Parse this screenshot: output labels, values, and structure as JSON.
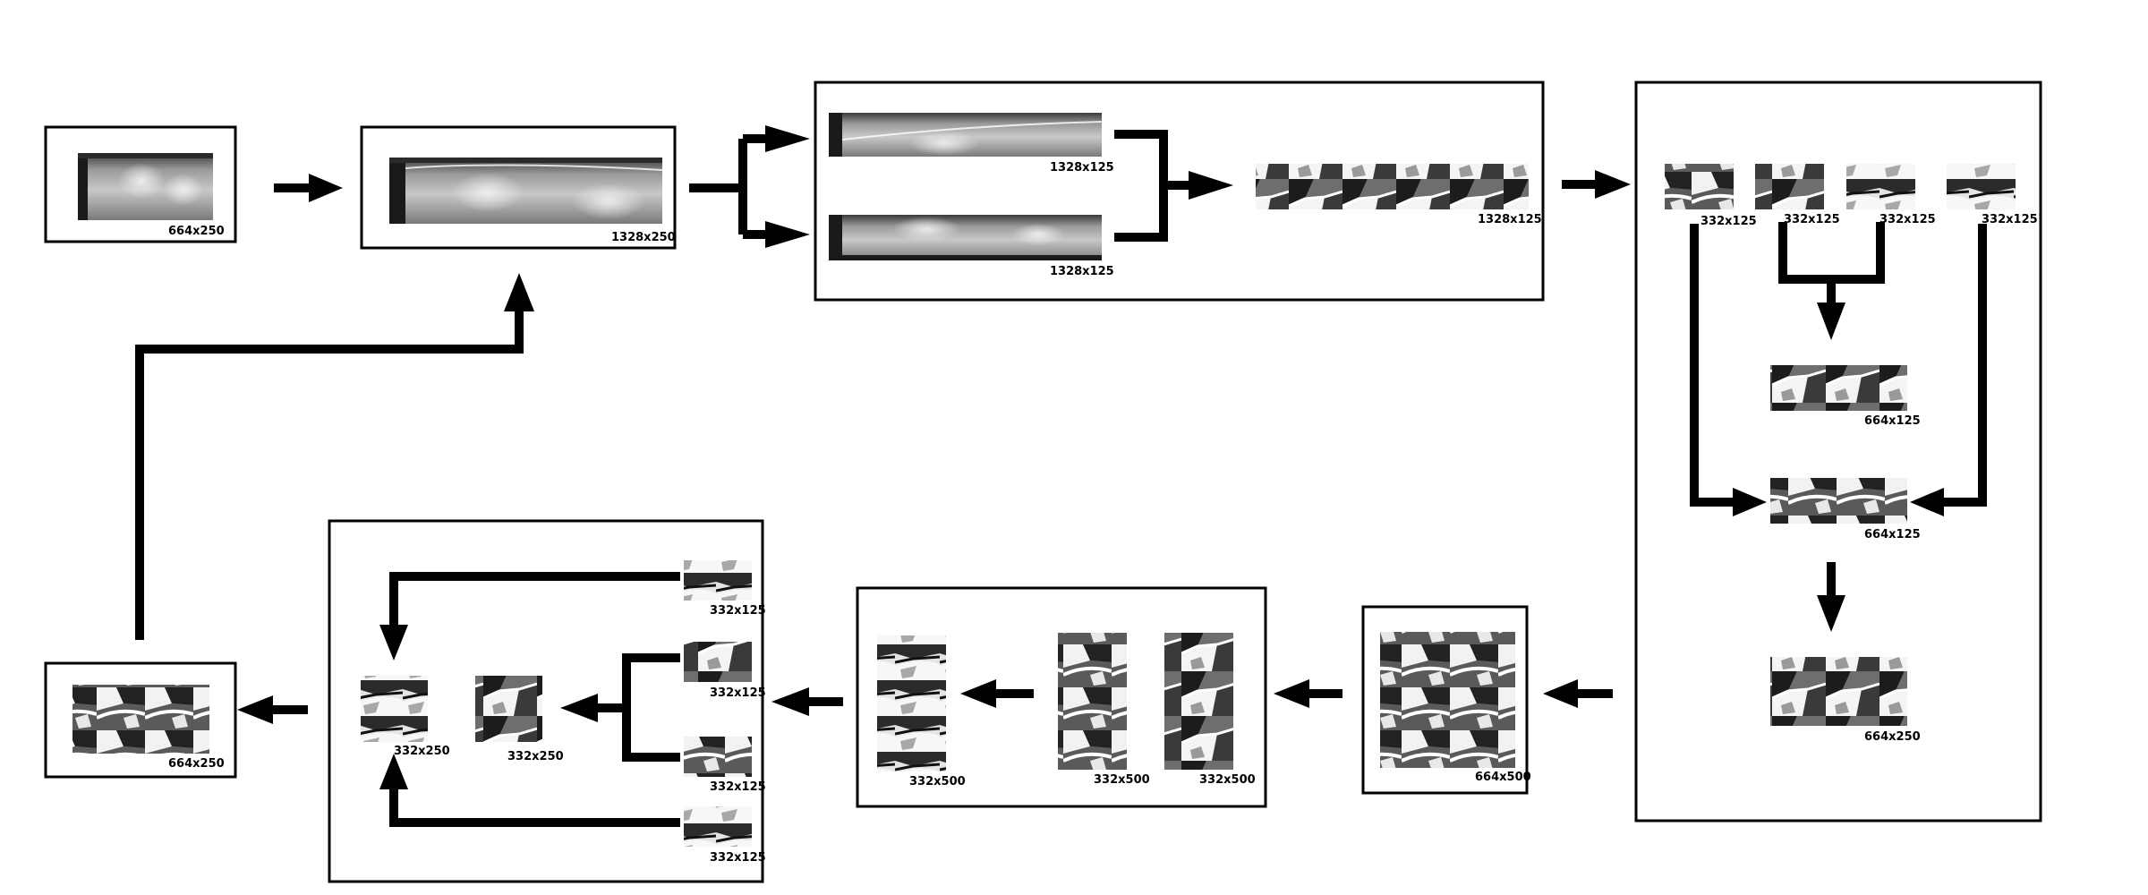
{
  "labels": {
    "input_size": "664x250",
    "upscaled_size": "1328x250",
    "strip_top_size": "1328x125",
    "strip_bottom_size": "1328x125",
    "segmented_size": "1328x125",
    "quarter_1_size": "332x125",
    "quarter_2_size": "332x125",
    "quarter_3_size": "332x125",
    "quarter_4_size": "332x125",
    "merged_middle_size": "664x125",
    "merged_outer_size": "664x125",
    "stacked_size": "664x250",
    "square_size": "664x500",
    "square_left_size": "332x500",
    "square_right_size": "332x500",
    "shuffled_size": "332x500",
    "piece_1_size": "332x125",
    "piece_2_size": "332x125",
    "piece_3_size": "332x125",
    "piece_4_size": "332x125",
    "combined_left_size": "332x250",
    "combined_right_size": "332x250",
    "output_size": "664x250"
  },
  "colors": {
    "arrow": "#000000",
    "frame": "#000000",
    "thermal_dark": "#2a2a2a",
    "thermal_mid": "#8a8a8a",
    "thermal_light": "#e6e6e6",
    "segment_dark": "#1e1e1e",
    "segment_light": "#f0f0f0"
  }
}
